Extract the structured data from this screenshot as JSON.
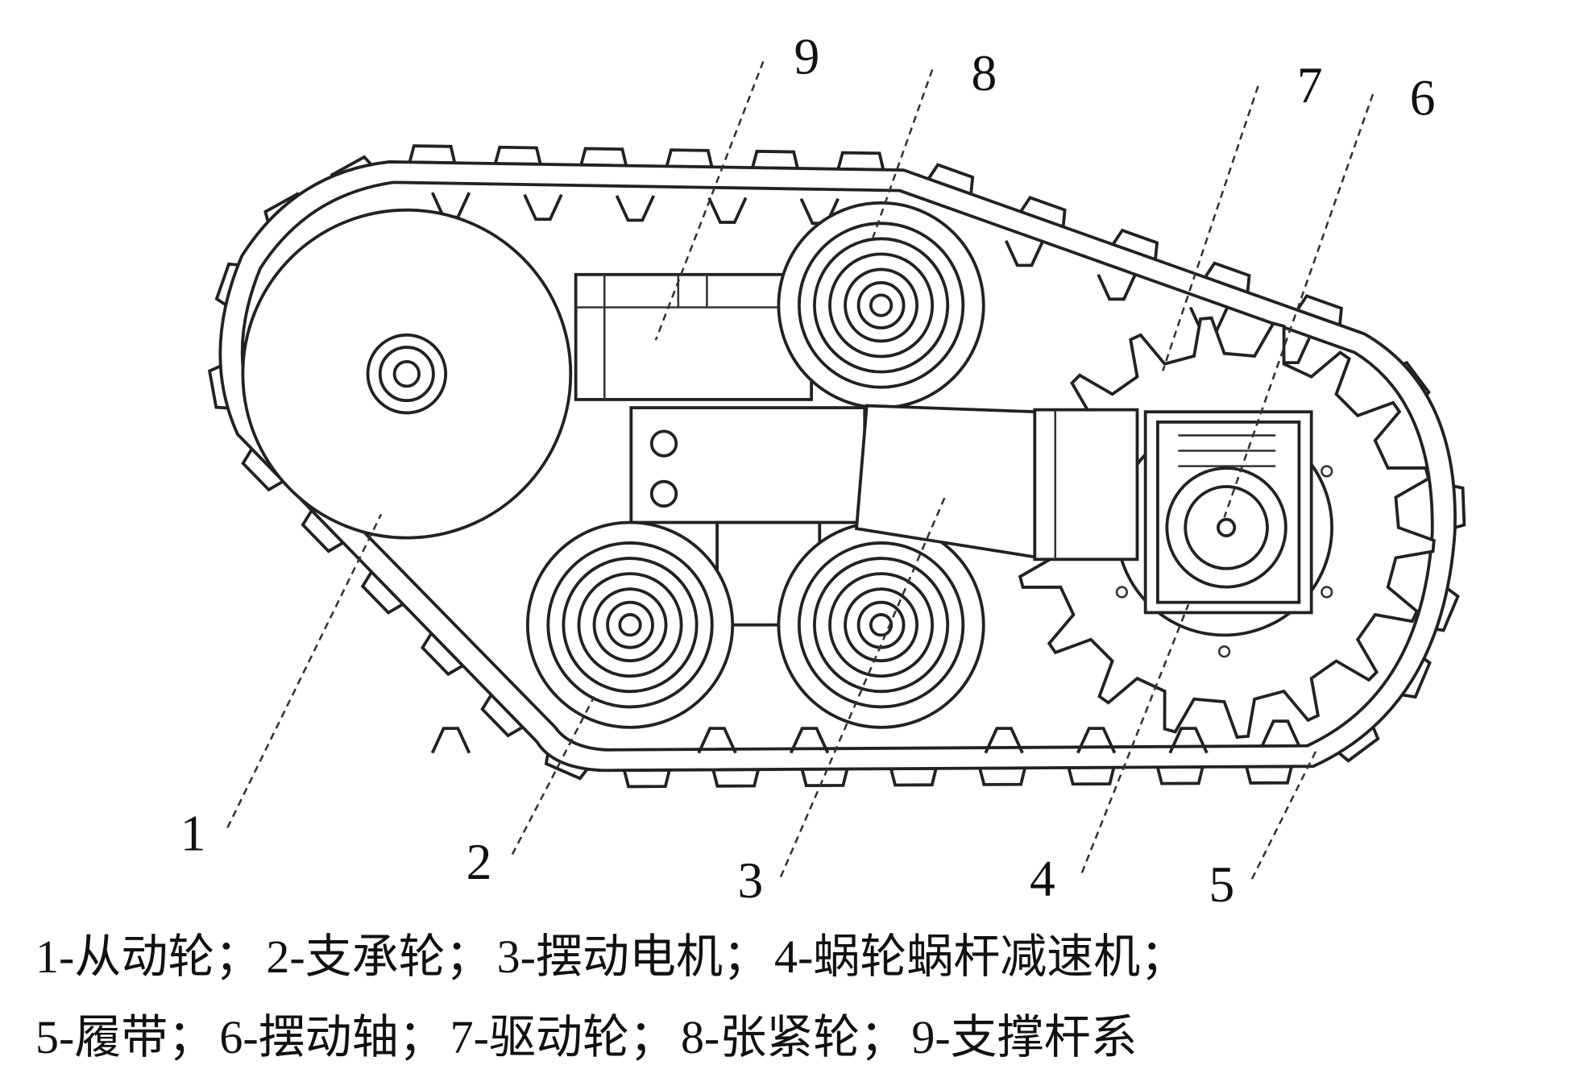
{
  "labels": {
    "l1": "1",
    "l2": "2",
    "l3": "3",
    "l4": "4",
    "l5": "5",
    "l6": "6",
    "l7": "7",
    "l8": "8",
    "l9": "9"
  },
  "caption": {
    "line1": [
      "1-从动轮；",
      "2-支承轮；",
      "3-摆动电机；",
      "4-蜗轮蜗杆减速机；"
    ],
    "line2": [
      "5-履带；",
      "6-摆动轴；",
      "7-驱动轮；",
      "8-张紧轮；",
      "9-支撑杆系"
    ]
  }
}
